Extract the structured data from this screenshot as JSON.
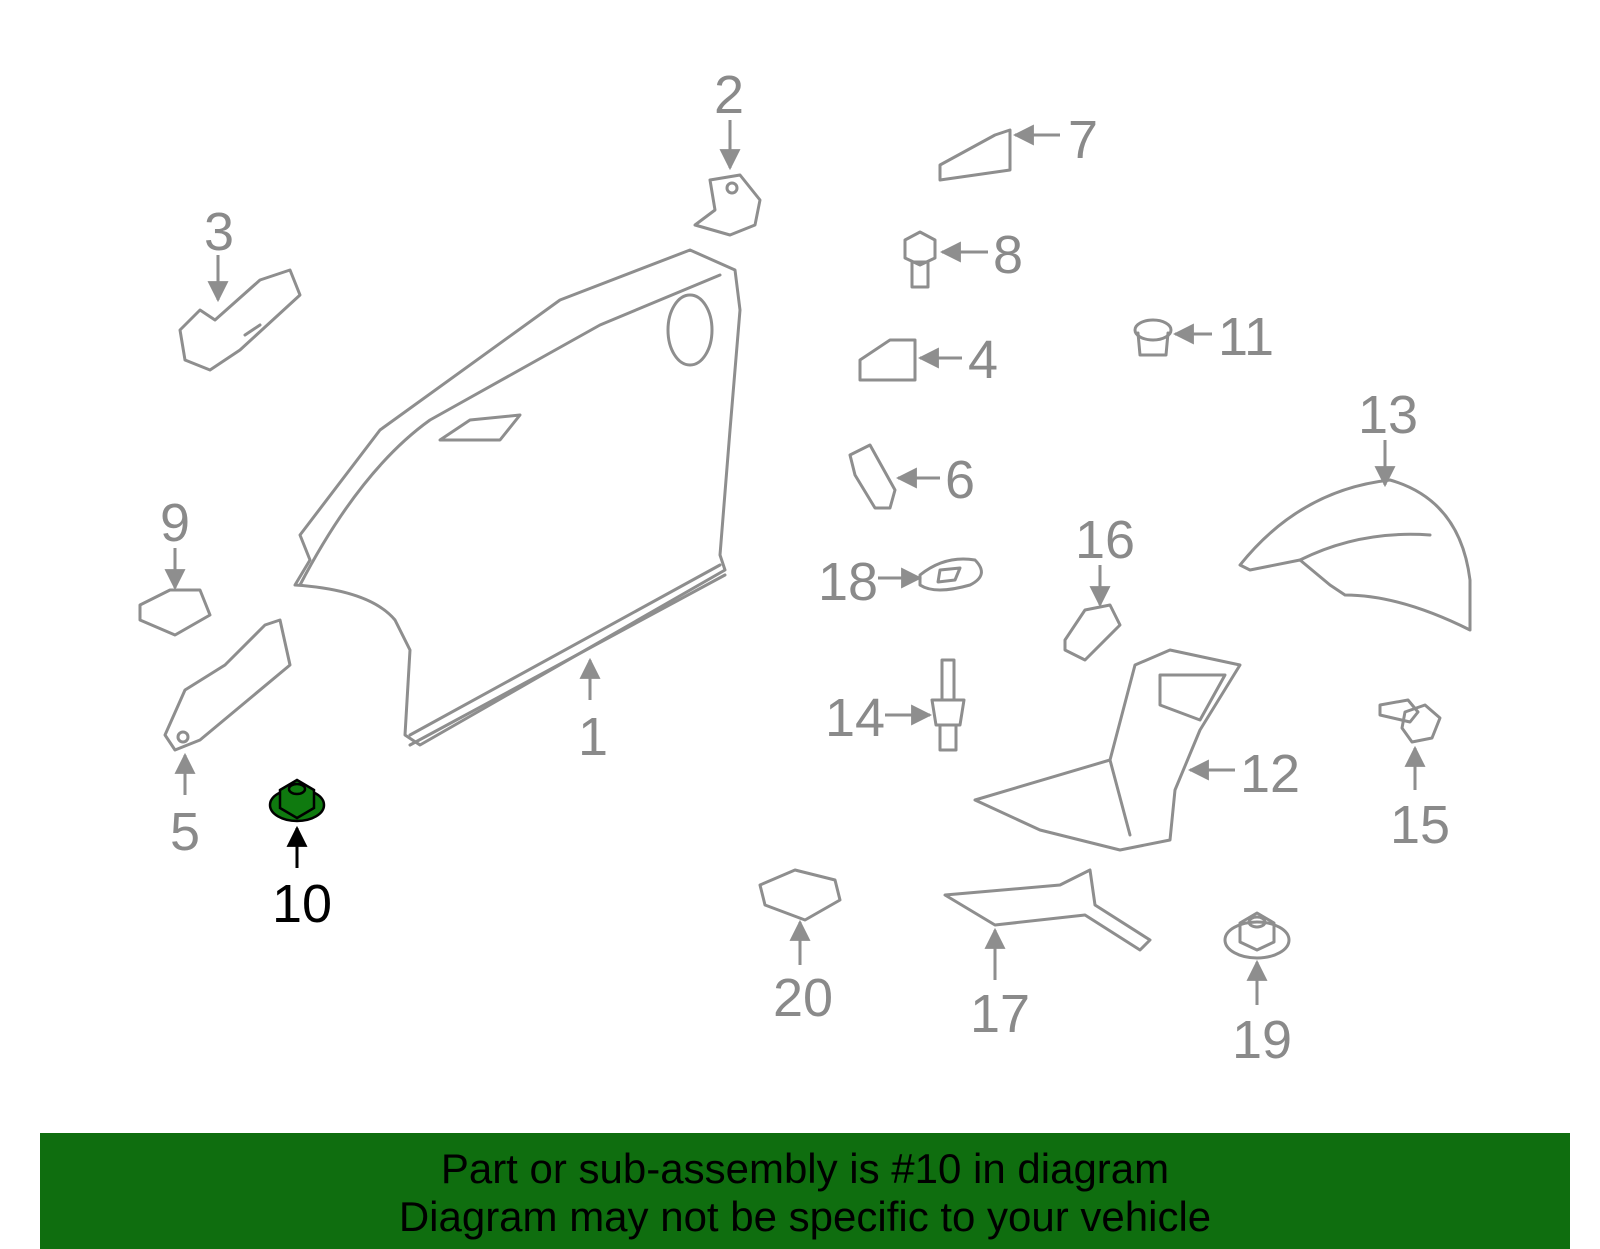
{
  "diagram": {
    "highlight_color": "#0f7a0f",
    "callouts": [
      "1",
      "2",
      "3",
      "4",
      "5",
      "6",
      "7",
      "8",
      "9",
      "10",
      "11",
      "12",
      "13",
      "14",
      "15",
      "16",
      "17",
      "18",
      "19",
      "20"
    ],
    "highlighted_callout": "10"
  },
  "banner": {
    "background": "#0f6e0f",
    "line1": "Part or sub-assembly is #10 in diagram",
    "line2": "Diagram may not be specific to your vehicle"
  }
}
